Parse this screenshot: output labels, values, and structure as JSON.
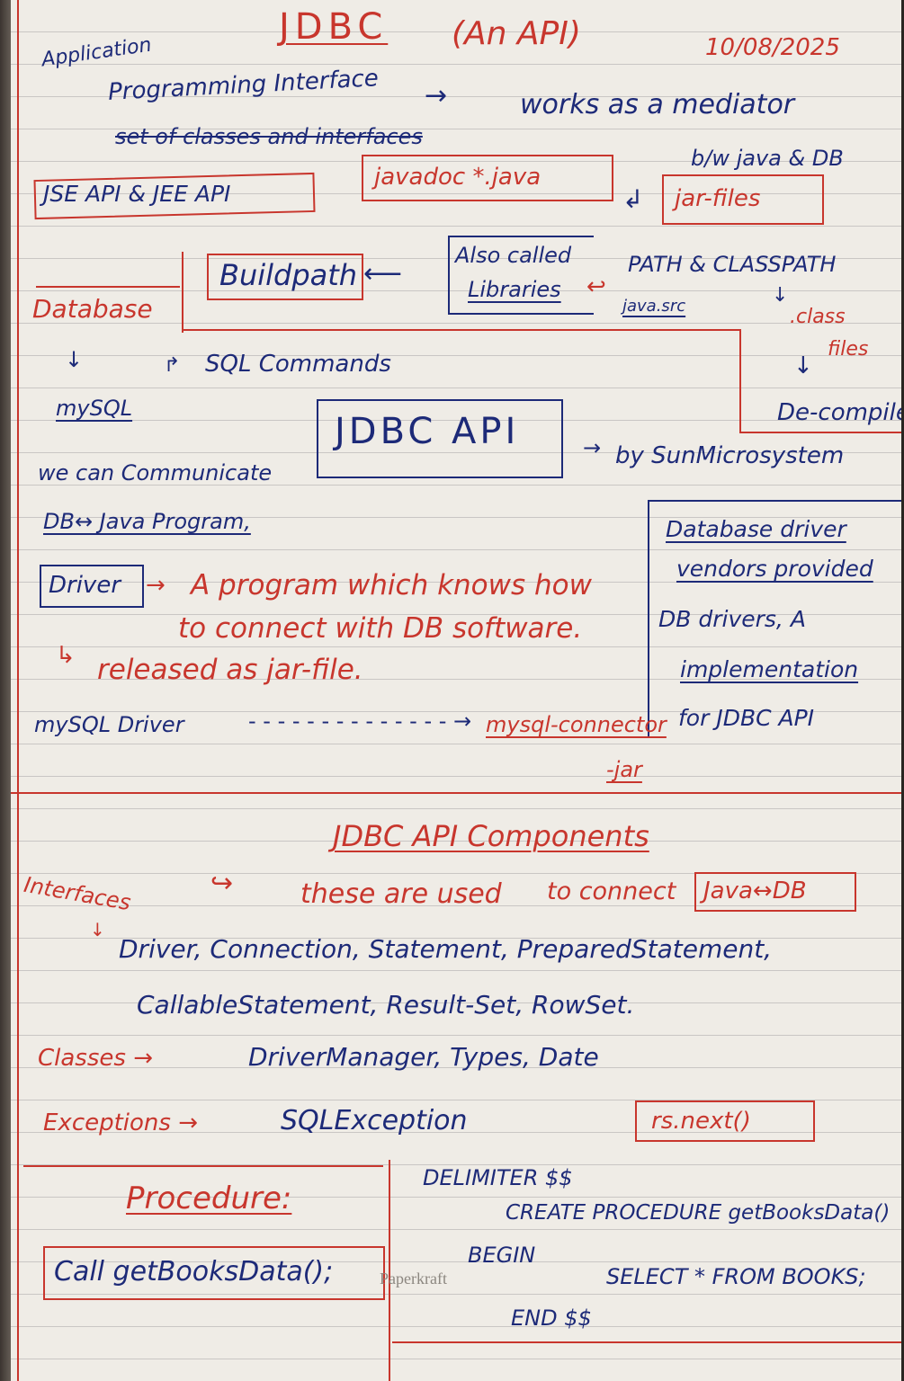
{
  "title": "JDBC",
  "title_suffix": "(An API)",
  "date": "10/08/2025",
  "api_acronym": {
    "line1": "Application",
    "line2": "Programming Interface",
    "mediator_line1": "works as a mediator",
    "mediator_line2": "b/w java & DB",
    "set_of": "set of classes and interfaces"
  },
  "boxes": {
    "jse_jee": "JSE API & JEE API",
    "javadoc": "javadoc *.java",
    "jar_files": "jar-files",
    "buildpath": "Buildpath",
    "database": "Database",
    "also_called": "Also called",
    "libraries": "Libraries"
  },
  "path_classpath": "PATH & CLASSPATH",
  "java_src": "java.src",
  "class_files_1": ".class",
  "class_files_2": "files",
  "decompile": "De-compile",
  "sql_commands": "SQL Commands",
  "mysql": "mySQL",
  "jdbc_api": "JDBC API",
  "by_sun": "by SunMicrosystem",
  "we_can_communicate": "we can Communicate",
  "db_java_program": "DB↔ Java Program,",
  "driver_label": "Driver",
  "driver_def_line1": "A program which knows how",
  "driver_def_line2": "to connect with DB software.",
  "released_as": "released as jar-file.",
  "mysql_driver": "mySQL Driver",
  "mysql_connector_line1": "mysql-connector",
  "mysql_connector_line2": "-jar",
  "vendor_note": {
    "line1": "Database driver",
    "line2": "vendors provided",
    "line3": "DB drivers, A",
    "line4": "implementation",
    "line5": "for JDBC API"
  },
  "components_heading": "JDBC API Components",
  "interfaces_label": "Interfaces",
  "these_are_used": "these are used",
  "to_connect": "to connect",
  "java_db": "Java↔DB",
  "interfaces_list_1": "Driver, Connection, Statement, PreparedStatement,",
  "interfaces_list_2": "CallableStatement, Result-Set, RowSet.",
  "classes_label": "Classes →",
  "classes_list": "DriverManager, Types, Date",
  "exceptions_label": "Exceptions →",
  "exceptions_list": "SQLException",
  "rs_next": "rs.next()",
  "procedure_label": "Procedure:",
  "call_stmt": "Call getBooksData();",
  "sql_delimiter": "DELIMITER $$",
  "sql_create": "CREATE PROCEDURE getBooksData()",
  "sql_begin": "BEGIN",
  "sql_select": "SELECT * FROM BOOKS;",
  "sql_end": "END $$",
  "watermark": "Paperkraft",
  "colors": {
    "blue_ink": "#1d2a78",
    "red_ink": "#c8362d",
    "paper": "#efece6"
  }
}
